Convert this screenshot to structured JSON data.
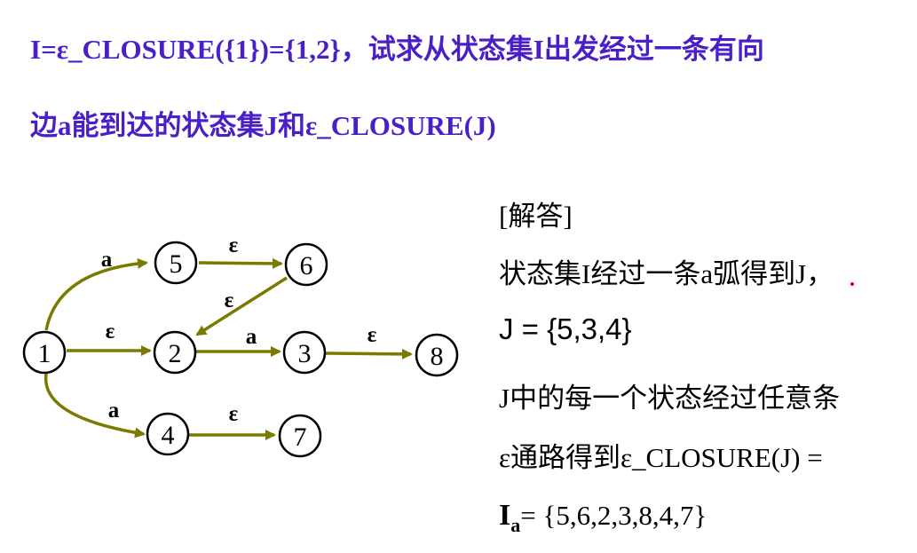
{
  "title": {
    "line1": "I=ε_CLOSURE({1})={1,2}，试求从状态集I出发经过一条有向",
    "line2": "边a能到达的状态集J和ε_CLOSURE(J)"
  },
  "colors": {
    "title": "#4a1fc8",
    "edge": "#7a7a00",
    "node_stroke": "#000000",
    "marker_dot": "#e00000"
  },
  "diagram": {
    "nodes": [
      {
        "id": "1",
        "label": "1"
      },
      {
        "id": "2",
        "label": "2"
      },
      {
        "id": "3",
        "label": "3"
      },
      {
        "id": "4",
        "label": "4"
      },
      {
        "id": "5",
        "label": "5"
      },
      {
        "id": "6",
        "label": "6"
      },
      {
        "id": "7",
        "label": "7"
      },
      {
        "id": "8",
        "label": "8"
      }
    ],
    "edges": [
      {
        "from": "1",
        "to": "5",
        "label": "a"
      },
      {
        "from": "5",
        "to": "6",
        "label": "ε"
      },
      {
        "from": "6",
        "to": "2",
        "label": "ε"
      },
      {
        "from": "1",
        "to": "2",
        "label": "ε"
      },
      {
        "from": "2",
        "to": "3",
        "label": "a"
      },
      {
        "from": "3",
        "to": "8",
        "label": "ε"
      },
      {
        "from": "1",
        "to": "4",
        "label": "a"
      },
      {
        "from": "4",
        "to": "7",
        "label": "ε"
      }
    ]
  },
  "answer": {
    "heading": "[解答]",
    "line1": "状态集I经过一条a弧得到J，",
    "line2": "J = {5,3,4}",
    "line3": "J中的每一个状态经过任意条",
    "line4": "ε通路得到ε_CLOSURE(J) =",
    "ia_main": "I",
    "ia_sub": "a",
    "ia_value": "= {5,6,2,3,8,4,7}"
  }
}
